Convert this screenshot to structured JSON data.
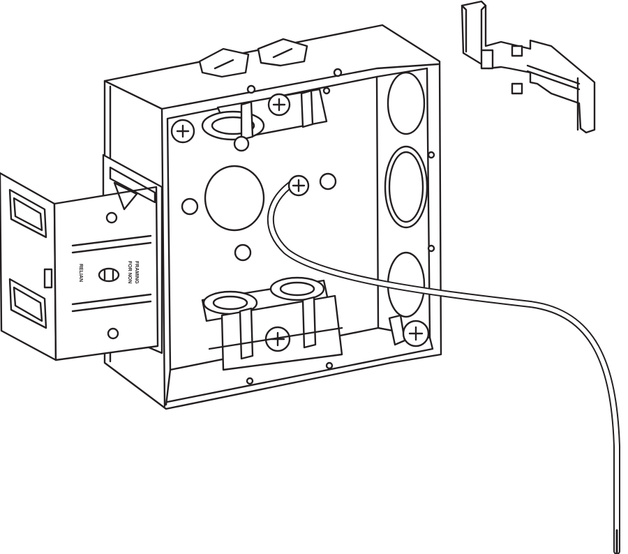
{
  "bracket_text": {
    "brand_mark": "RELIAN",
    "note_line_1": "FOR NON",
    "note_line_2": "FRAMING"
  },
  "colors": {
    "line": "#231f20",
    "background": "#ffffff"
  }
}
